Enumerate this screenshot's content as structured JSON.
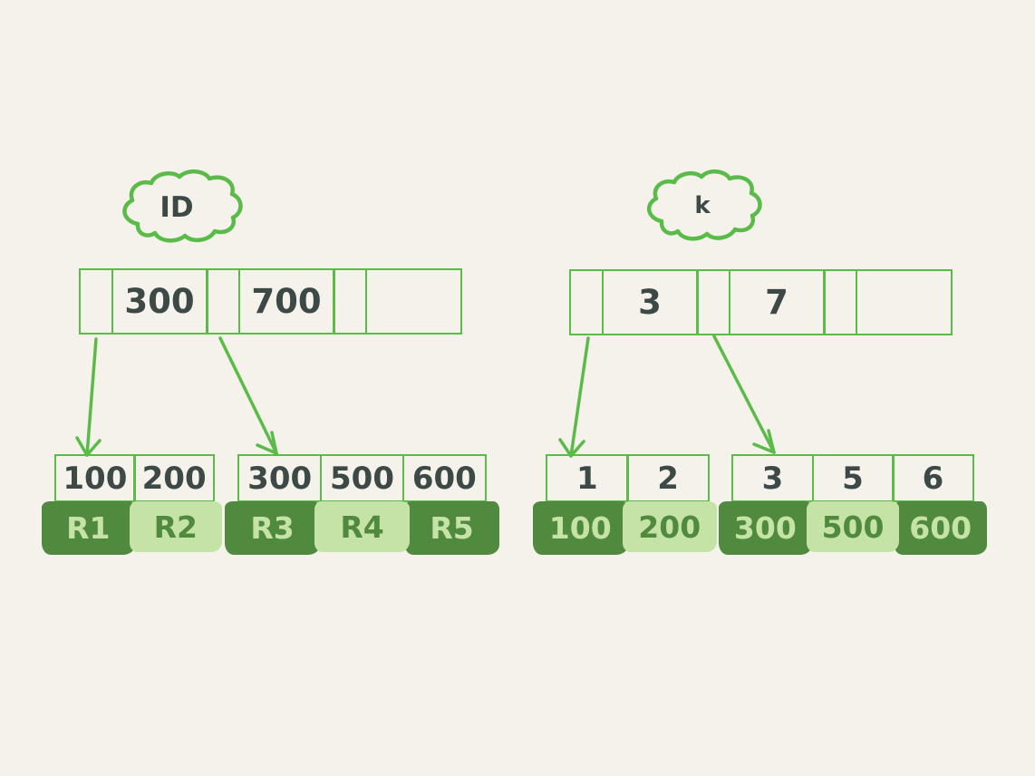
{
  "diagram": {
    "description": "Two hand-drawn B-tree index structures"
  },
  "colors": {
    "background": "#f4f2eb",
    "stroke_green": "#5abb49",
    "dark_green": "#4f8a3e",
    "light_green": "#c6e3a7",
    "ink": "#3d4947"
  },
  "left_tree": {
    "label": "ID",
    "root_cells": [
      "",
      "300",
      "",
      "700",
      "",
      ""
    ],
    "leaves": [
      {
        "keys": [
          "100",
          "200"
        ],
        "values": [
          {
            "text": "R1",
            "shade": "dark"
          },
          {
            "text": "R2",
            "shade": "light"
          }
        ]
      },
      {
        "keys": [
          "300",
          "500",
          "600"
        ],
        "values": [
          {
            "text": "R3",
            "shade": "dark"
          },
          {
            "text": "R4",
            "shade": "light"
          },
          {
            "text": "R5",
            "shade": "dark"
          }
        ]
      }
    ]
  },
  "right_tree": {
    "label": "k",
    "root_cells": [
      "",
      "3",
      "",
      "7",
      "",
      ""
    ],
    "leaves": [
      {
        "keys": [
          "1",
          "2"
        ],
        "values": [
          {
            "text": "100",
            "shade": "dark"
          },
          {
            "text": "200",
            "shade": "light"
          }
        ]
      },
      {
        "keys": [
          "3",
          "5",
          "6"
        ],
        "values": [
          {
            "text": "300",
            "shade": "dark"
          },
          {
            "text": "500",
            "shade": "light"
          },
          {
            "text": "600",
            "shade": "dark"
          }
        ]
      }
    ]
  }
}
